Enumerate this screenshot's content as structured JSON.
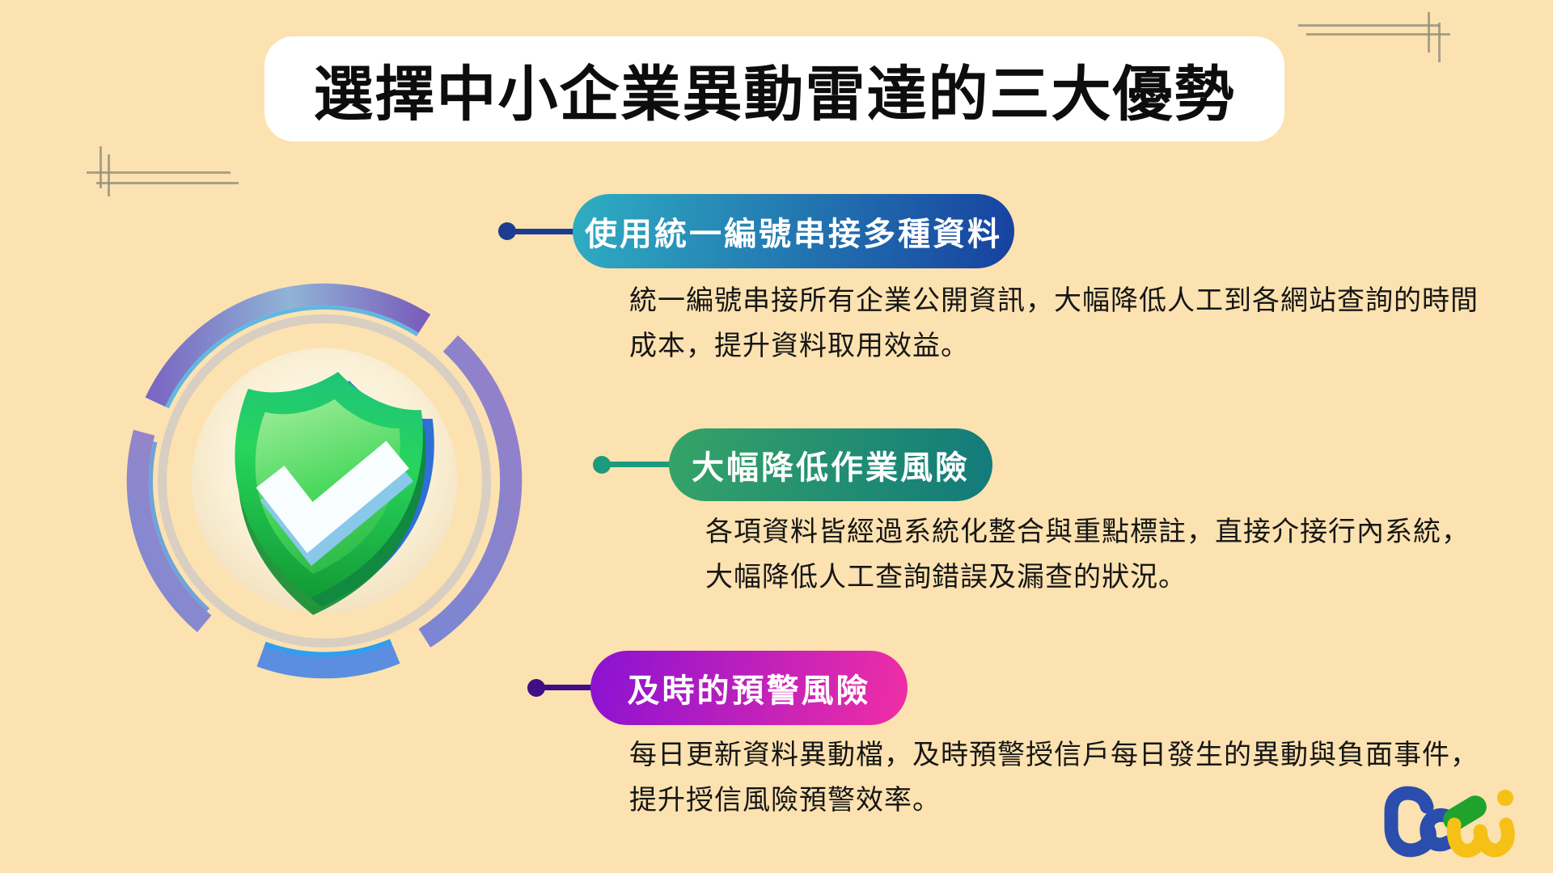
{
  "page": {
    "background": "#FCE2B0"
  },
  "title": {
    "text": "選擇中小企業異動雷達的三大優勢"
  },
  "sections": [
    {
      "label": "使用統一編號串接多種資料",
      "desc_lines": [
        "統一編號串接所有企業公開資訊，大幅降低人工到各網站查詢的時間",
        "成本，提升資料取用效益。"
      ],
      "pill_gradient": [
        "#2FAEC2",
        "#1741A0"
      ],
      "connector_color": "#1C3D8F"
    },
    {
      "label": "大幅降低作業風險",
      "desc_lines": [
        "各項資料皆經過系統化整合與重點標註，直接介接行內系統，",
        "大幅降低人工查詢錯誤及漏查的狀況。"
      ],
      "pill_gradient": [
        "#35A467",
        "#127A7B"
      ],
      "connector_color": "#1B9B7C"
    },
    {
      "label": "及時的預警風險",
      "desc_lines": [
        "每日更新資料異動檔，及時預警授信戶每日發生的異動與負面事件，",
        "提升授信風險預警效率。"
      ],
      "pill_gradient": [
        "#8A12D2",
        "#F02EA5"
      ],
      "connector_color": "#400F85"
    }
  ],
  "emblem": {
    "icon": "shield-check-icon",
    "shield_green": "#23C353",
    "check_color": "#FFFFFF",
    "ring_purple": "#8B7CC9",
    "ring_blue": "#45AFEA"
  },
  "logo": {
    "icon": "tej-logo",
    "blue": "#2B4DAD",
    "green": "#1FA32C",
    "yellow": "#F5C116"
  }
}
